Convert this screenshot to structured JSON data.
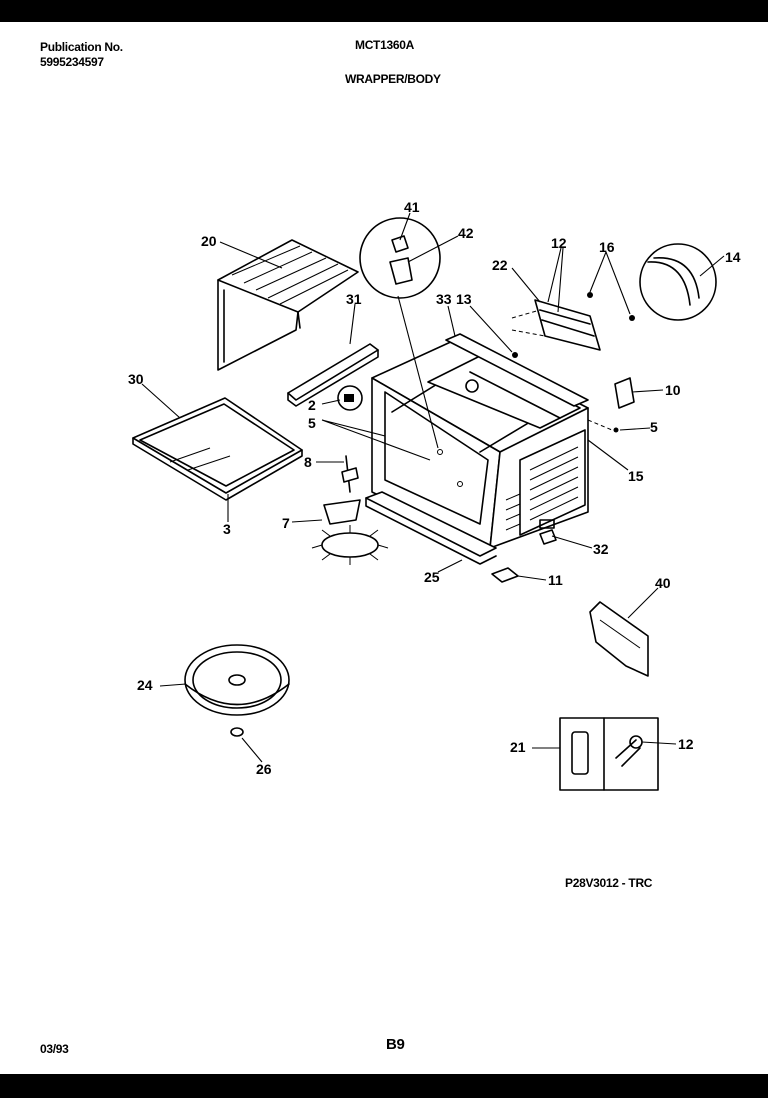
{
  "header": {
    "publication_label": "Publication No.",
    "publication_number": "5995234597",
    "model": "MCT1360A",
    "section": "WRAPPER/BODY"
  },
  "footer": {
    "drawing_ref": "P28V3012 - TRC",
    "date": "03/93",
    "page": "B9"
  },
  "parts": {
    "p41": "41",
    "p42": "42",
    "p20": "20",
    "p12a": "12",
    "p16": "16",
    "p14": "14",
    "p22": "22",
    "p31": "31",
    "p33": "33",
    "p13": "13",
    "p30": "30",
    "p10": "10",
    "p2": "2",
    "p5a": "5",
    "p5b": "5",
    "p15": "15",
    "p8": "8",
    "p7": "7",
    "p3": "3",
    "p32": "32",
    "p25": "25",
    "p11": "11",
    "p40": "40",
    "p24": "24",
    "p26": "26",
    "p21": "21",
    "p12b": "12"
  }
}
